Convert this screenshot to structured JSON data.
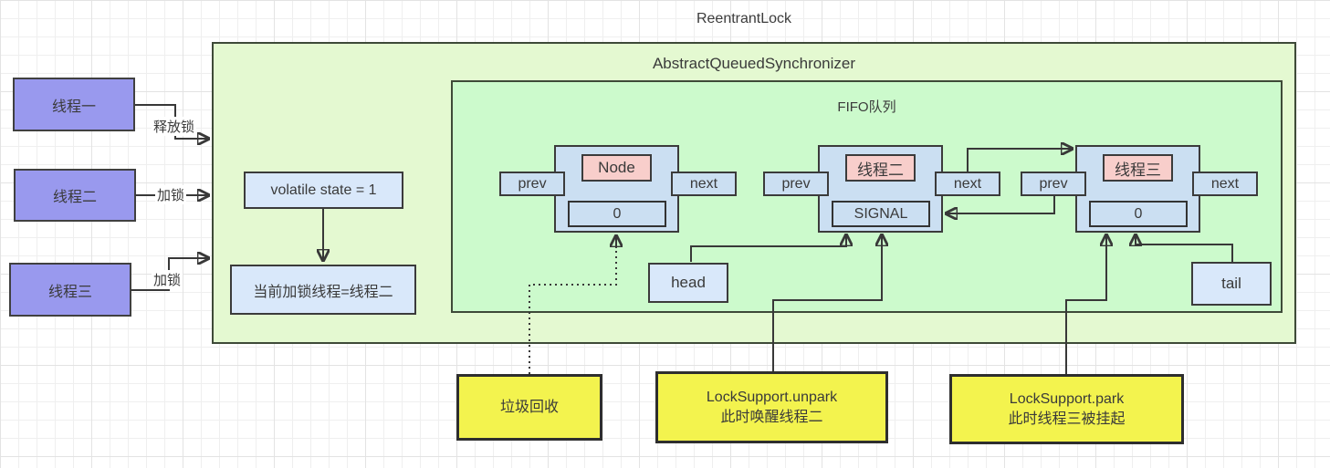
{
  "title": "ReentrantLock",
  "aqs": {
    "label": "AbstractQueuedSynchronizer",
    "fifo": {
      "label": "FIFO队列"
    },
    "volatile_state": "volatile state = 1",
    "current_lock_thread": "当前加锁线程=线程二"
  },
  "threads": [
    {
      "label": "线程一",
      "action": "释放锁"
    },
    {
      "label": "线程二",
      "action": "加锁"
    },
    {
      "label": "线程三",
      "action": "加锁"
    }
  ],
  "queue_nodes": [
    {
      "title": "Node",
      "wait_status": "0",
      "prev": "prev",
      "next": "next"
    },
    {
      "title": "线程二",
      "wait_status": "SIGNAL",
      "prev": "prev",
      "next": "next"
    },
    {
      "title": "线程三",
      "wait_status": "0",
      "prev": "prev",
      "next": "next"
    }
  ],
  "pointers": {
    "head": "head",
    "tail": "tail"
  },
  "notes": [
    {
      "line1": "垃圾回收"
    },
    {
      "line1": "LockSupport.unpark",
      "line2": "此时唤醒线程二"
    },
    {
      "line1": "LockSupport.park",
      "line2": "此时线程三被挂起"
    }
  ],
  "colors": {
    "thread_box": "#9999ee",
    "aqs_box": "#e4f9d1",
    "fifo_box": "#ccfacc",
    "node_box": "#cbdff2",
    "blue_box": "#d9e8fa",
    "pink_box": "#f8cecb",
    "note_box": "#f3f34e",
    "line": "#383838"
  }
}
